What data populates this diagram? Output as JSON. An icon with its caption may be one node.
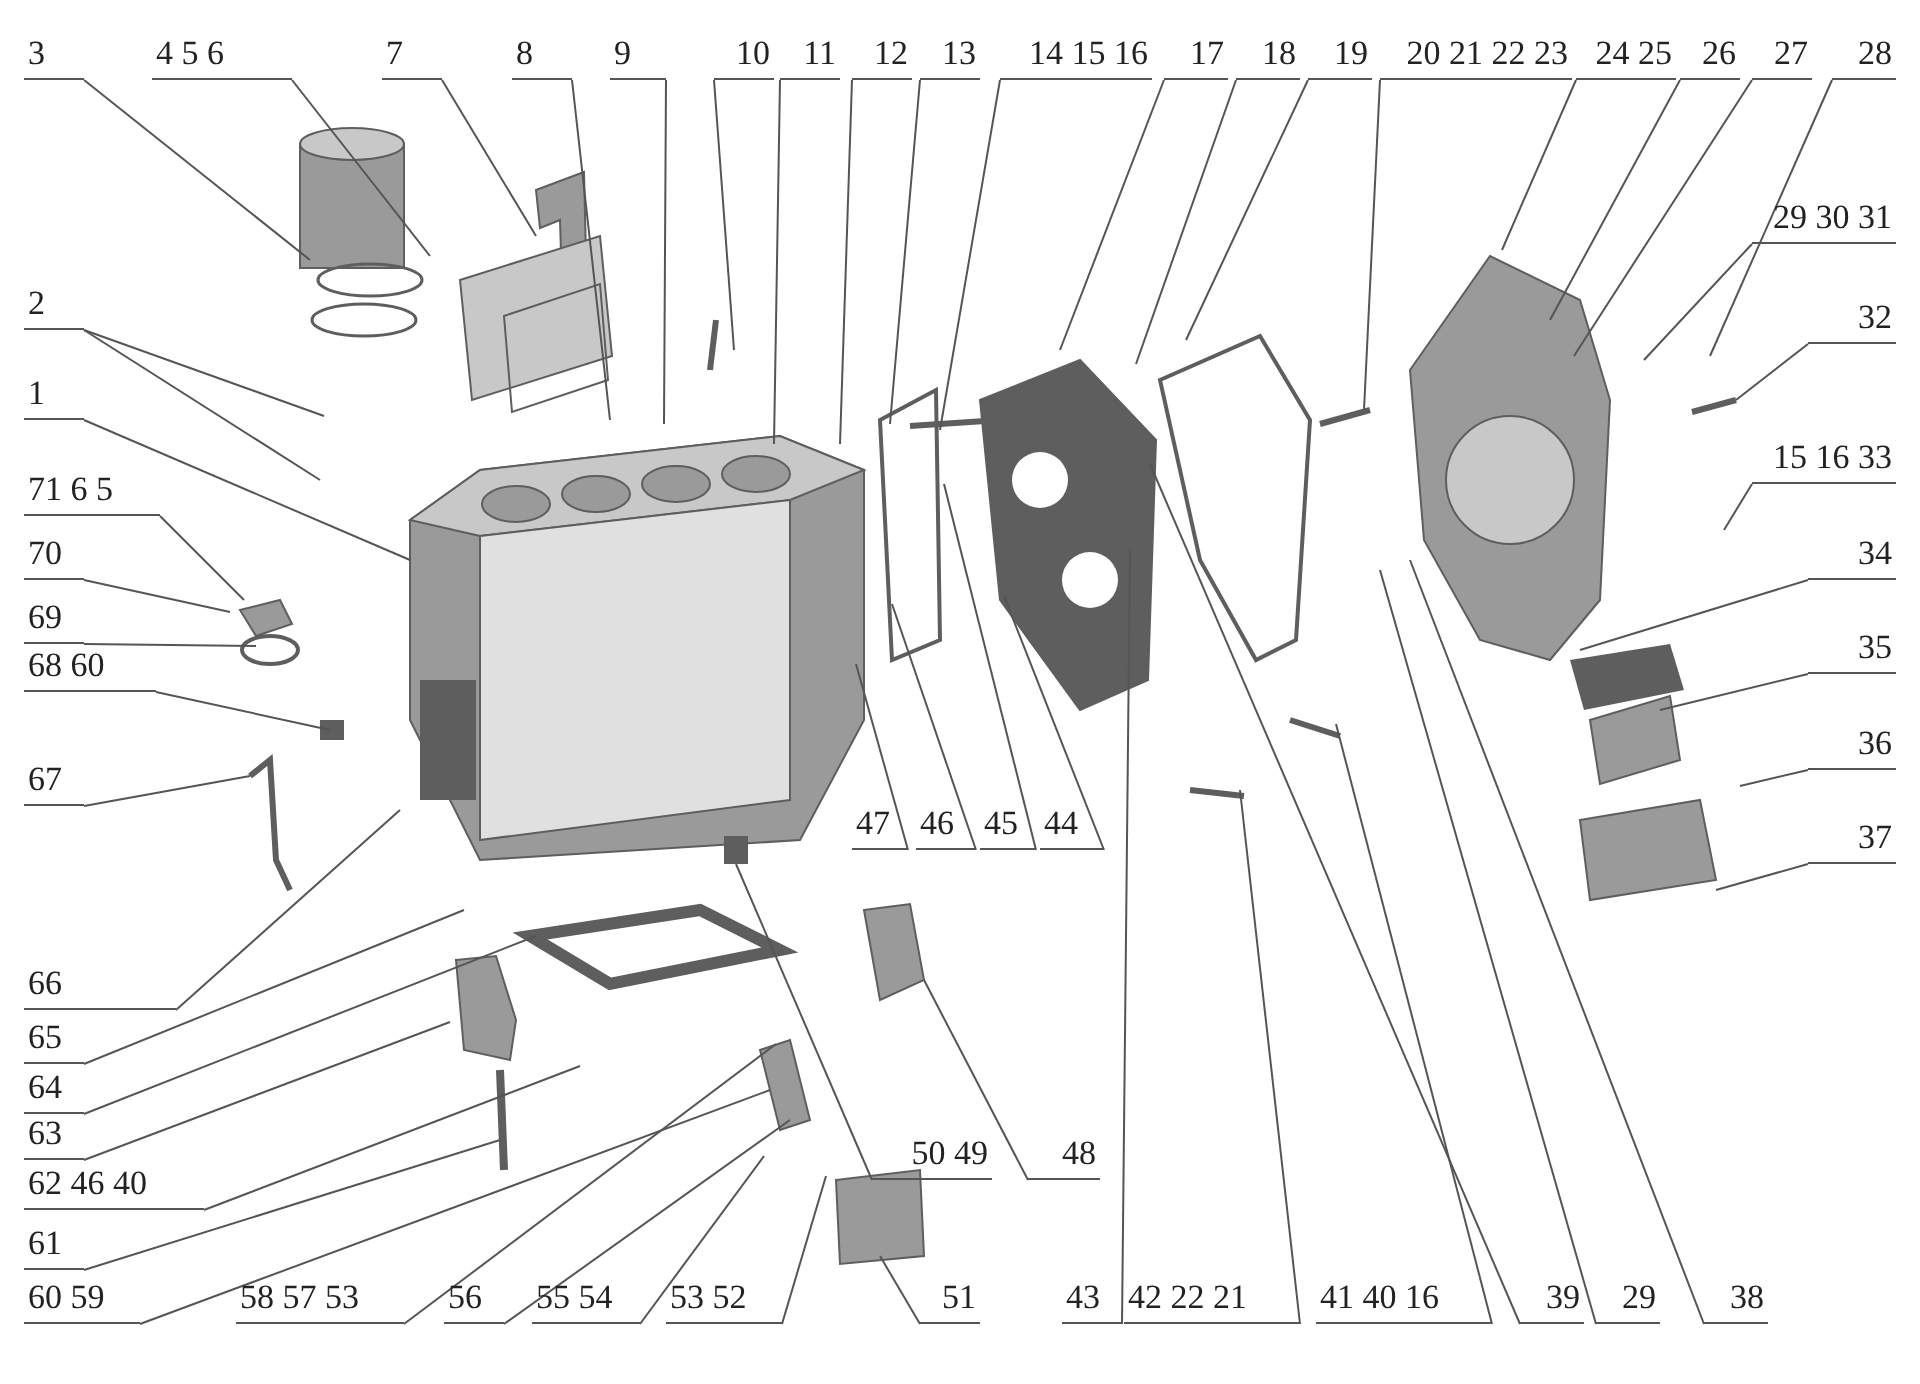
{
  "diagram": {
    "nodes": [
      {
        "text": [
          "3"
        ]
      },
      {
        "text": [
          "4 5 6"
        ]
      },
      {
        "text": [
          "7"
        ]
      },
      {
        "text": [
          "8"
        ]
      },
      {
        "text": [
          "9"
        ]
      },
      {
        "text": [
          "10"
        ]
      },
      {
        "text": [
          "11"
        ]
      },
      {
        "text": [
          "12"
        ]
      },
      {
        "text": [
          "13"
        ]
      },
      {
        "text": [
          "14 15 16"
        ]
      },
      {
        "text": [
          "17"
        ]
      },
      {
        "text": [
          "18"
        ]
      },
      {
        "text": [
          "19"
        ]
      },
      {
        "text": [
          "20 21 22 23"
        ]
      },
      {
        "text": [
          "24 25"
        ]
      },
      {
        "text": [
          "26"
        ]
      },
      {
        "text": [
          "27"
        ]
      },
      {
        "text": [
          "28"
        ]
      },
      {
        "text": [
          "29 30 31"
        ]
      },
      {
        "text": [
          "32"
        ]
      },
      {
        "text": [
          "15 16 33"
        ]
      },
      {
        "text": [
          "34"
        ]
      },
      {
        "text": [
          "35"
        ]
      },
      {
        "text": [
          "36"
        ]
      },
      {
        "text": [
          "37"
        ]
      },
      {
        "text": [
          "2"
        ]
      },
      {
        "text": [
          "1"
        ]
      },
      {
        "text": [
          "71 6 5"
        ]
      },
      {
        "text": [
          "70"
        ]
      },
      {
        "text": [
          "69"
        ]
      },
      {
        "text": [
          "68 60"
        ]
      },
      {
        "text": [
          "67"
        ]
      },
      {
        "text": [
          "66"
        ]
      },
      {
        "text": [
          "65"
        ]
      },
      {
        "text": [
          "64"
        ]
      },
      {
        "text": [
          "63"
        ]
      },
      {
        "text": [
          "62 46 40"
        ]
      },
      {
        "text": [
          "61"
        ]
      },
      {
        "text": [
          "60 59"
        ]
      },
      {
        "text": [
          "58 57 53"
        ]
      },
      {
        "text": [
          "56"
        ]
      },
      {
        "text": [
          "55 54"
        ]
      },
      {
        "text": [
          "53 52"
        ]
      },
      {
        "text": [
          "51"
        ]
      },
      {
        "text": [
          "50 49"
        ]
      },
      {
        "text": [
          "48"
        ]
      },
      {
        "text": [
          "47"
        ]
      },
      {
        "text": [
          "46"
        ]
      },
      {
        "text": [
          "45"
        ]
      },
      {
        "text": [
          "44"
        ]
      },
      {
        "text": [
          "43"
        ]
      },
      {
        "text": [
          "42 22 21"
        ]
      },
      {
        "text": [
          "41 40 16"
        ]
      },
      {
        "text": [
          "39"
        ]
      },
      {
        "text": [
          "29"
        ]
      },
      {
        "text": [
          "38"
        ]
      }
    ],
    "edges": [
      {
        "from": 0,
        "to": null,
        "arrow": "none"
      },
      {
        "from": 1,
        "to": null,
        "arrow": "none"
      },
      {
        "from": 2,
        "to": null,
        "arrow": "none"
      },
      {
        "from": 3,
        "to": null,
        "arrow": "none"
      },
      {
        "from": 4,
        "to": null,
        "arrow": "none"
      },
      {
        "from": 5,
        "to": null,
        "arrow": "none"
      },
      {
        "from": 6,
        "to": null,
        "arrow": "none"
      },
      {
        "from": 7,
        "to": null,
        "arrow": "none"
      },
      {
        "from": 8,
        "to": null,
        "arrow": "none"
      },
      {
        "from": 9,
        "to": null,
        "arrow": "none"
      },
      {
        "from": 10,
        "to": null,
        "arrow": "none"
      },
      {
        "from": 11,
        "to": null,
        "arrow": "none"
      },
      {
        "from": 12,
        "to": null,
        "arrow": "none"
      },
      {
        "from": 13,
        "to": null,
        "arrow": "none"
      },
      {
        "from": 14,
        "to": null,
        "arrow": "none"
      },
      {
        "from": 15,
        "to": null,
        "arrow": "none"
      },
      {
        "from": 16,
        "to": null,
        "arrow": "none"
      },
      {
        "from": 17,
        "to": null,
        "arrow": "none"
      },
      {
        "from": 18,
        "to": null,
        "arrow": "none"
      },
      {
        "from": 19,
        "to": null,
        "arrow": "none"
      },
      {
        "from": 20,
        "to": null,
        "arrow": "none"
      },
      {
        "from": 21,
        "to": null,
        "arrow": "none"
      },
      {
        "from": 22,
        "to": null,
        "arrow": "none"
      },
      {
        "from": 23,
        "to": null,
        "arrow": "none"
      },
      {
        "from": 24,
        "to": null,
        "arrow": "none"
      },
      {
        "from": 25,
        "to": null,
        "arrow": "none"
      },
      {
        "from": 25,
        "to": null,
        "arrow": "none"
      },
      {
        "from": 26,
        "to": null,
        "arrow": "none"
      },
      {
        "from": 27,
        "to": null,
        "arrow": "none"
      },
      {
        "from": 28,
        "to": null,
        "arrow": "none"
      },
      {
        "from": 29,
        "to": null,
        "arrow": "none"
      },
      {
        "from": 30,
        "to": null,
        "arrow": "none"
      },
      {
        "from": 31,
        "to": null,
        "arrow": "none"
      },
      {
        "from": 32,
        "to": null,
        "arrow": "none"
      },
      {
        "from": 33,
        "to": null,
        "arrow": "none"
      },
      {
        "from": 34,
        "to": null,
        "arrow": "none"
      },
      {
        "from": 35,
        "to": null,
        "arrow": "none"
      },
      {
        "from": 36,
        "to": null,
        "arrow": "none"
      },
      {
        "from": 37,
        "to": null,
        "arrow": "none"
      },
      {
        "from": 38,
        "to": null,
        "arrow": "none"
      },
      {
        "from": 39,
        "to": null,
        "arrow": "none"
      },
      {
        "from": 40,
        "to": null,
        "arrow": "none"
      },
      {
        "from": 41,
        "to": null,
        "arrow": "none"
      },
      {
        "from": 42,
        "to": null,
        "arrow": "none"
      },
      {
        "from": 43,
        "to": null,
        "arrow": "none"
      },
      {
        "from": 44,
        "to": null,
        "arrow": "none"
      },
      {
        "from": 45,
        "to": null,
        "arrow": "none"
      },
      {
        "from": 46,
        "to": null,
        "arrow": "none"
      },
      {
        "from": 47,
        "to": null,
        "arrow": "none"
      },
      {
        "from": 48,
        "to": null,
        "arrow": "none"
      },
      {
        "from": 49,
        "to": null,
        "arrow": "none"
      },
      {
        "from": 50,
        "to": null,
        "arrow": "none"
      },
      {
        "from": 51,
        "to": null,
        "arrow": "none"
      },
      {
        "from": 52,
        "to": null,
        "arrow": "none"
      },
      {
        "from": 53,
        "to": null,
        "arrow": "none"
      },
      {
        "from": 54,
        "to": null,
        "arrow": "none"
      },
      {
        "from": 55,
        "to": null,
        "arrow": "none"
      }
    ]
  }
}
